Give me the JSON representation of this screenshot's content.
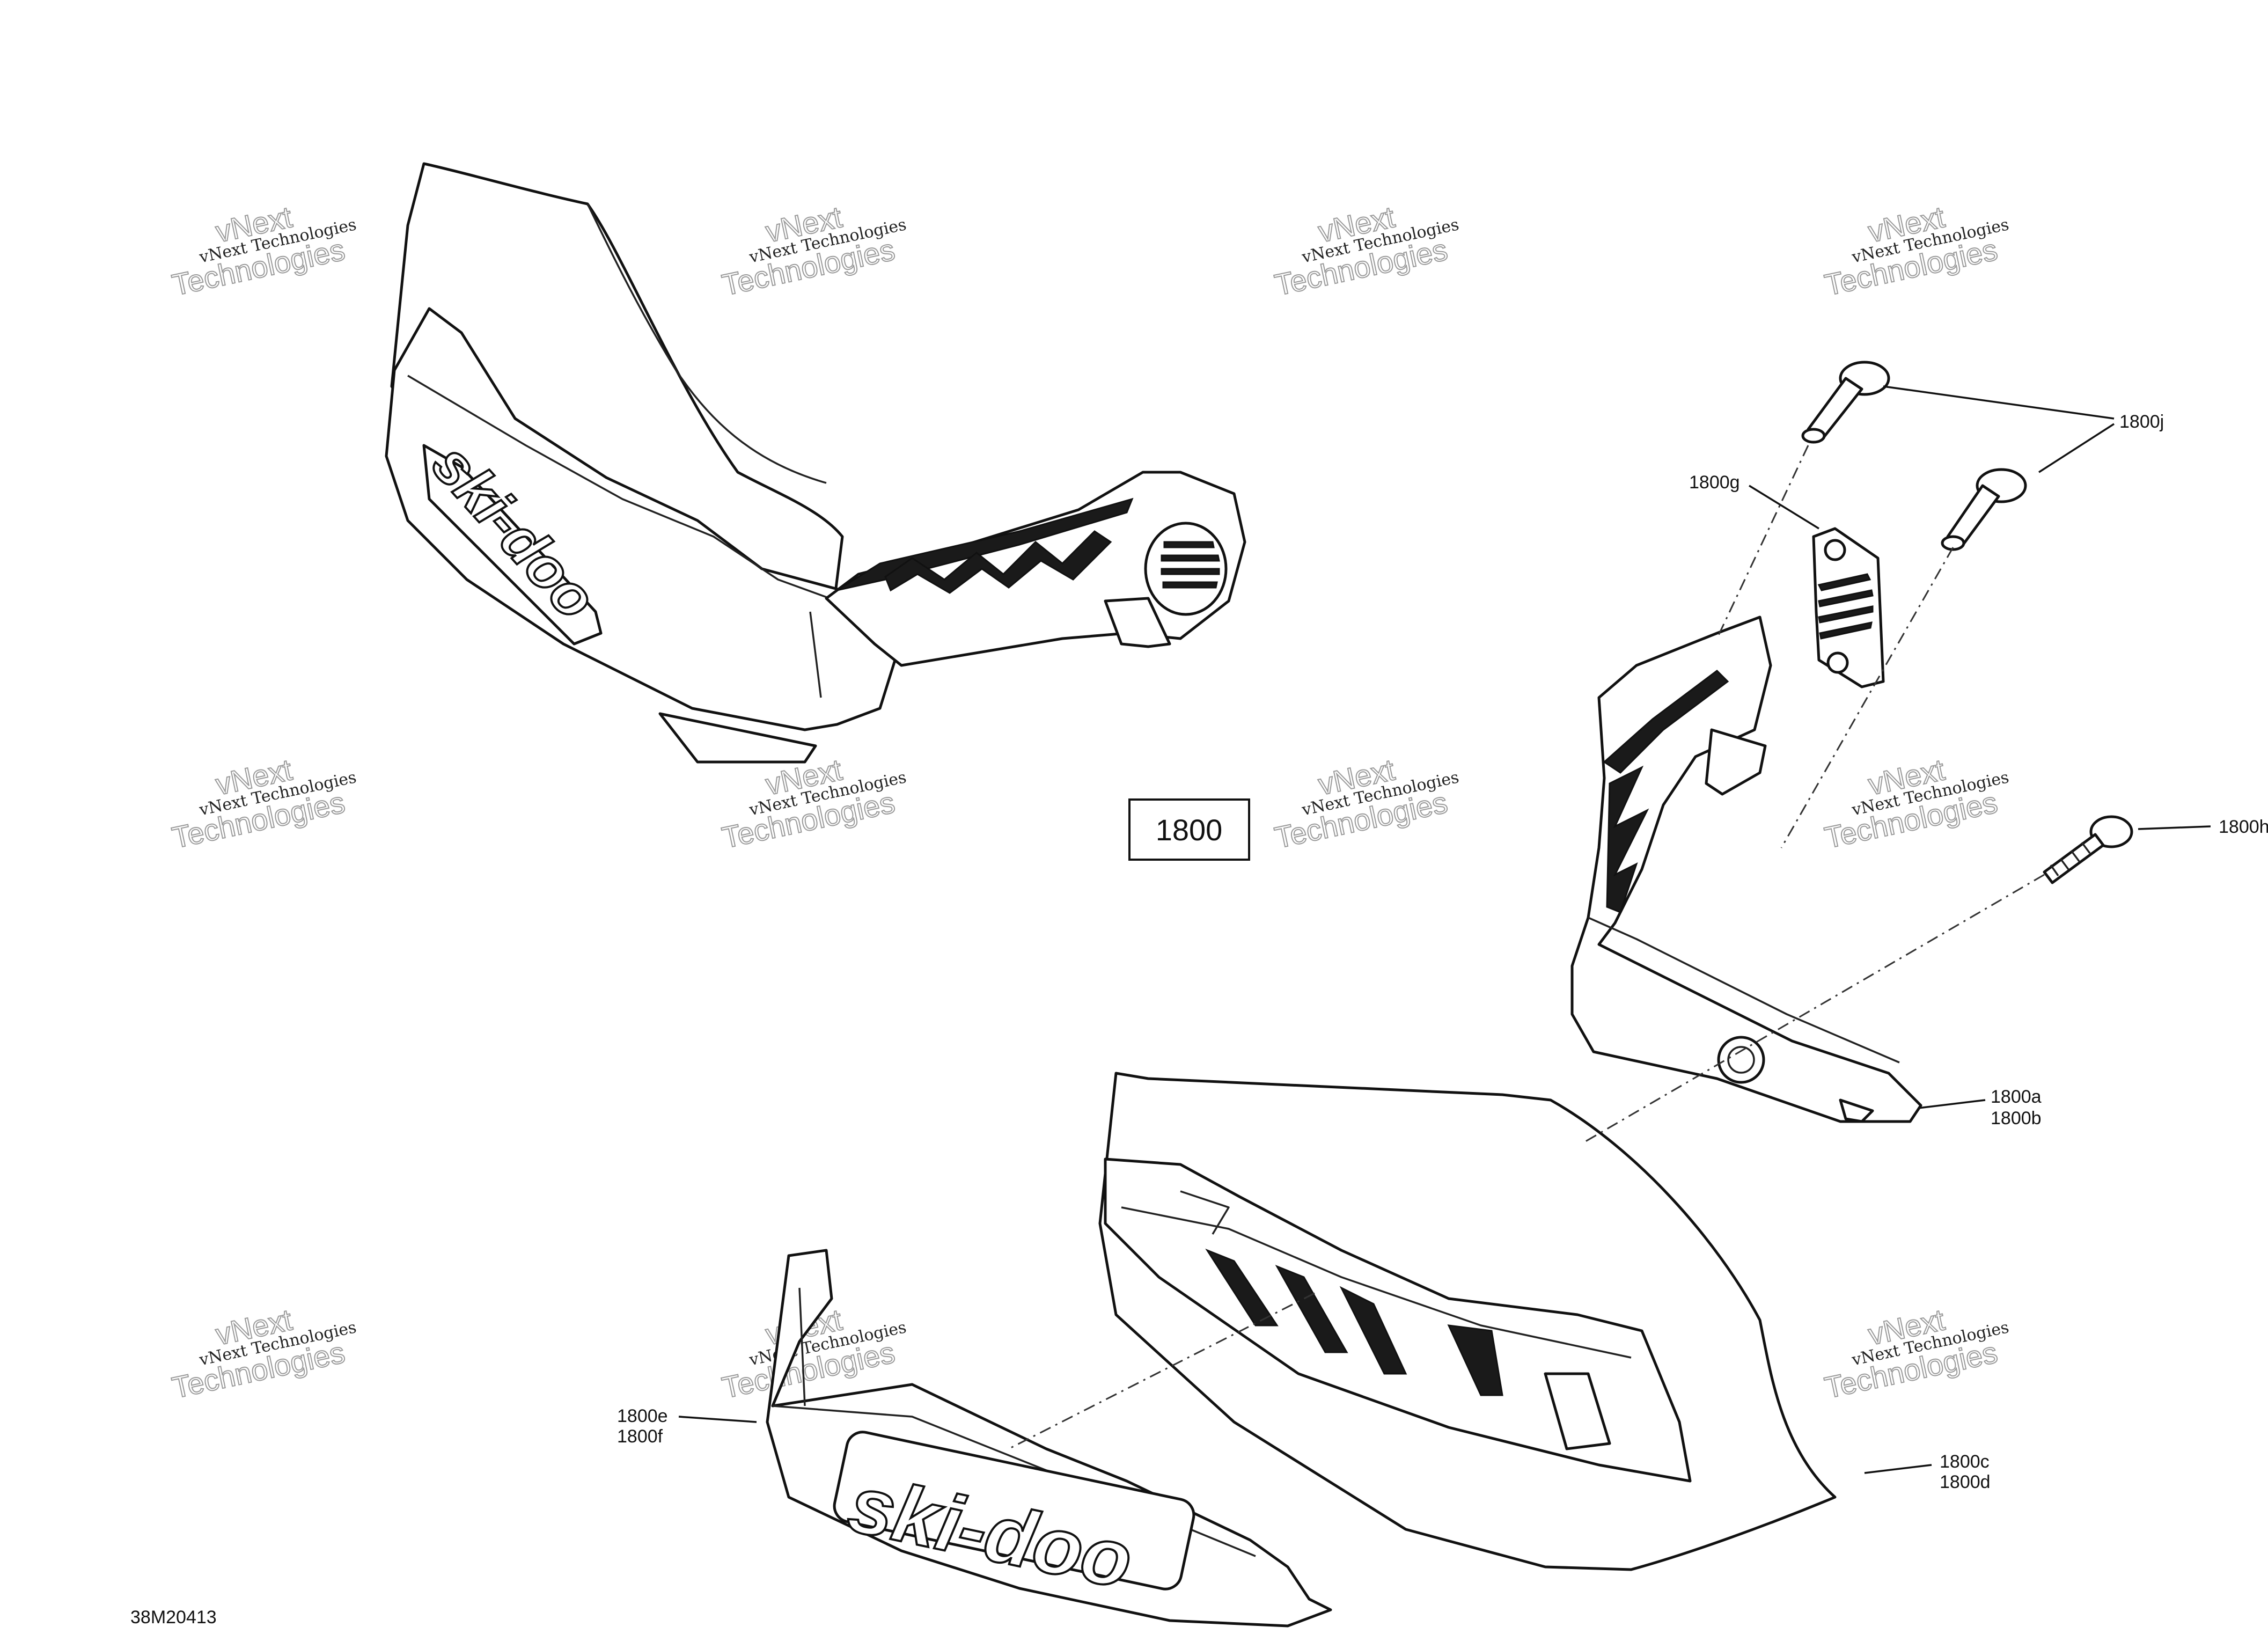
{
  "diagram_id": "1800",
  "reference": "38M20413",
  "logo_text": "ski-doo",
  "watermark": {
    "line1": "vNext Technologies",
    "line2": "vNext",
    "line3": "Technologies"
  },
  "callouts": {
    "j": "1800j",
    "g": "1800g",
    "h": "1800h",
    "a": "1800a",
    "b": "1800b",
    "e": "1800e",
    "f": "1800f",
    "c": "1800c",
    "d": "1800d"
  }
}
